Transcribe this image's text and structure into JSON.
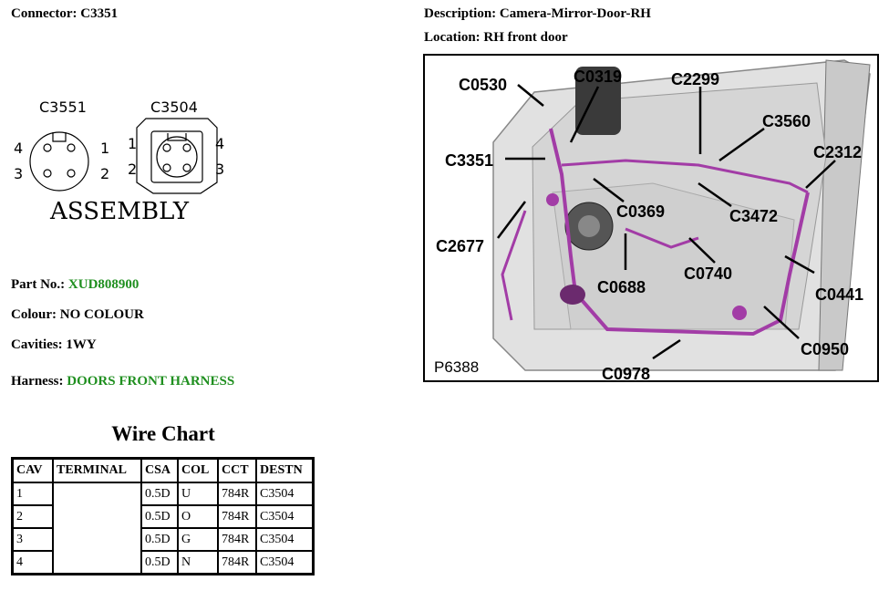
{
  "header": {
    "connector_label": "Connector:",
    "connector_value": "C3351",
    "description_label": "Description:",
    "description_value": "Camera-Mirror-Door-RH",
    "location_label": "Location:",
    "location_value": "RH front door"
  },
  "diagram": {
    "left_connector": "C3551",
    "right_connector": "C3504",
    "left_pins": [
      "4",
      "1",
      "3",
      "2"
    ],
    "right_pins": [
      "1",
      "4",
      "2",
      "3"
    ],
    "assembly_label": "ASSEMBLY"
  },
  "details": {
    "part_label": "Part No.:",
    "part_value": "XUD808900",
    "colour_label": "Colour:",
    "colour_value": "NO COLOUR",
    "cavities_label": "Cavities:",
    "cavities_value": "1WY",
    "harness_label": "Harness:",
    "harness_value": "DOORS FRONT HARNESS"
  },
  "photo": {
    "ref": "P6388",
    "callouts": [
      "C0530",
      "C0319",
      "C2299",
      "C3560",
      "C3351",
      "C2312",
      "C0369",
      "C3472",
      "C2677",
      "C0740",
      "C0688",
      "C0441",
      "C0950",
      "C0978"
    ]
  },
  "wire_chart": {
    "title": "Wire Chart",
    "columns": [
      "CAV",
      "TERMINAL",
      "CSA",
      "COL",
      "CCT",
      "DESTN"
    ],
    "rows": [
      {
        "cav": "1",
        "csa": "0.5D",
        "col": "U",
        "cct": "784R",
        "destn": "C3504"
      },
      {
        "cav": "2",
        "csa": "0.5D",
        "col": "O",
        "cct": "784R",
        "destn": "C3504"
      },
      {
        "cav": "3",
        "csa": "0.5D",
        "col": "G",
        "cct": "784R",
        "destn": "C3504"
      },
      {
        "cav": "4",
        "csa": "0.5D",
        "col": "N",
        "cct": "784R",
        "destn": "C3504"
      }
    ]
  },
  "colors": {
    "link_green": "#1f8f1f",
    "harness": "#a23ca6"
  }
}
